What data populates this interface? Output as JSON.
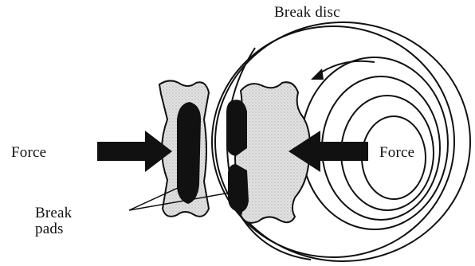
{
  "labels": {
    "disc": "Break disc",
    "force_left": "Force",
    "force_right": "Force",
    "pads_line1": "Break",
    "pads_line2": "pads"
  },
  "colors": {
    "ink": "#111111",
    "pad_fill": "#d9d9d9",
    "background": "#ffffff"
  },
  "icons": {
    "rotation": "curved-arrow-icon",
    "force": "arrow-icon"
  }
}
